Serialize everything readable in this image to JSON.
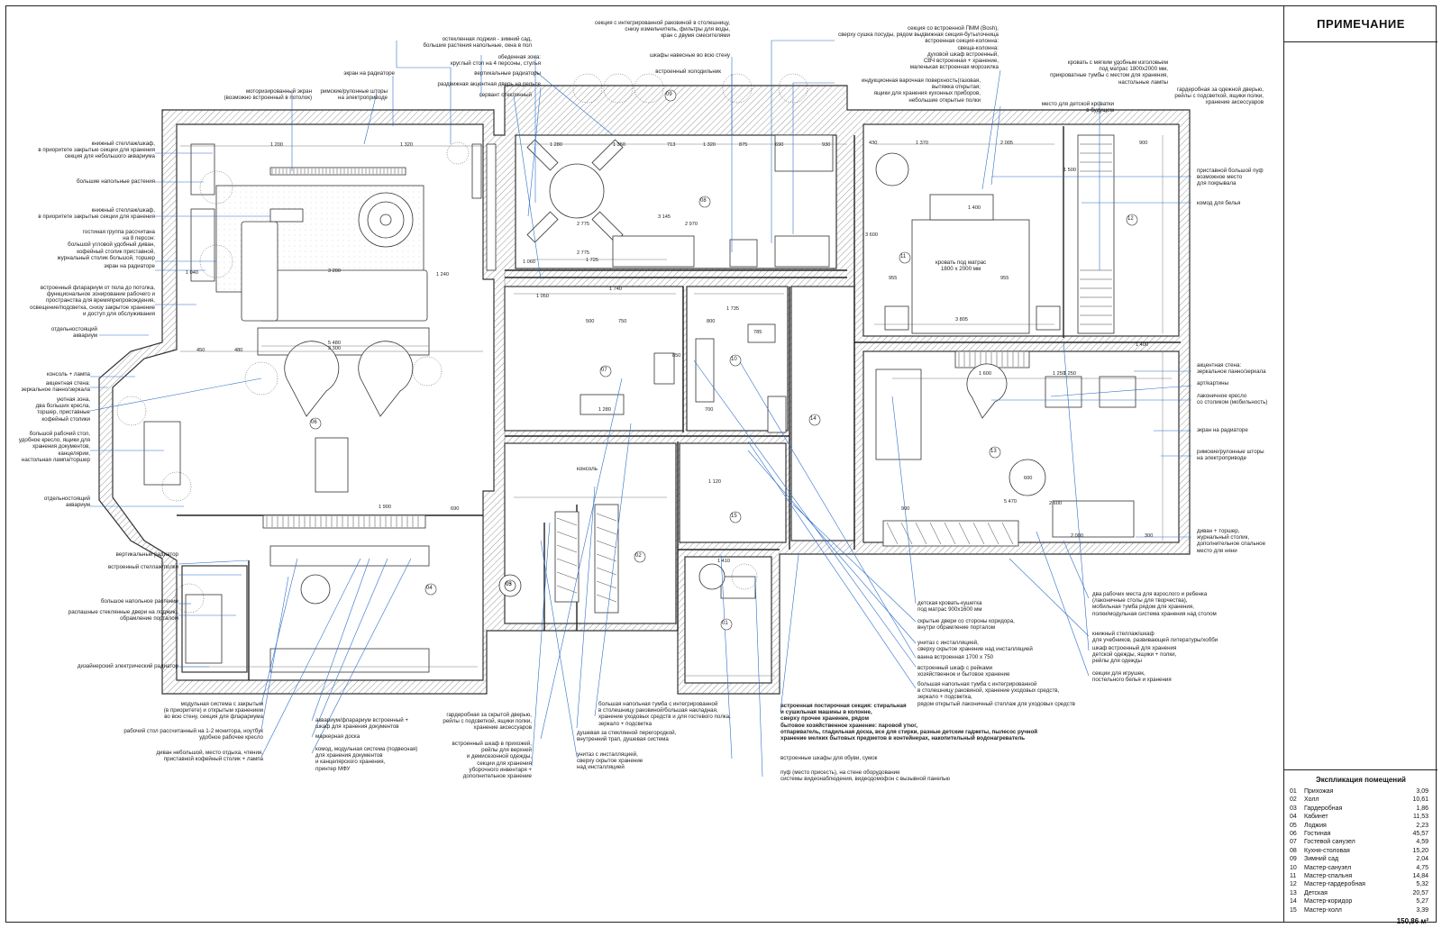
{
  "note_title": "ПРИМЕЧАНИЕ",
  "legend": {
    "title": "Экспликация помещений",
    "rooms": [
      {
        "num": "01",
        "name": "Прихожая",
        "area": "3,09"
      },
      {
        "num": "02",
        "name": "Холл",
        "area": "10,61"
      },
      {
        "num": "03",
        "name": "Гардеробная",
        "area": "1,86"
      },
      {
        "num": "04",
        "name": "Кабинет",
        "area": "11,53"
      },
      {
        "num": "05",
        "name": "Лоджия",
        "area": "2,23"
      },
      {
        "num": "06",
        "name": "Гостиная",
        "area": "45,57"
      },
      {
        "num": "07",
        "name": "Гостевой санузел",
        "area": "4,59"
      },
      {
        "num": "08",
        "name": "Кухня-столовая",
        "area": "15,20"
      },
      {
        "num": "09",
        "name": "Зимний сад",
        "area": "2,04"
      },
      {
        "num": "10",
        "name": "Мастер-санузел",
        "area": "4,75"
      },
      {
        "num": "11",
        "name": "Мастер-спальня",
        "area": "14,84"
      },
      {
        "num": "12",
        "name": "Мастер-гардеробная",
        "area": "5,32"
      },
      {
        "num": "13",
        "name": "Детская",
        "area": "20,57"
      },
      {
        "num": "14",
        "name": "Мастер-коридор",
        "area": "5,27"
      },
      {
        "num": "15",
        "name": "Мастер-холл",
        "area": "3,39"
      }
    ],
    "total": "150,86 м²"
  },
  "room_markers": [
    "01",
    "02",
    "03",
    "04",
    "05",
    "06",
    "07",
    "08",
    "09",
    "10",
    "11",
    "12",
    "13",
    "14",
    "15"
  ],
  "labels_left": [
    "книжный стеллаж/шкаф,\nв приоритете закрытые секции для хранения\nсекция для небольшого аквариума",
    "большие напольные растения",
    "книжный стеллаж/шкаф,\nв приоритете закрытые секции для хранения",
    "гостиная группа рассчитана\nна 8 персон:\nбольшой угловой удобный диван,\nкофейный столик приставной,\nжурнальный столик большой, торшер",
    "экран на радиаторе",
    "встроенный фларариум от пола до потолка,\nфункциональное зонирование рабочего и\nпространства для времяпрепровождения,\nосвещение/подсветка, снизу закрытое хранение\nи доступ для обслуживания",
    "отдельностоящий\nаквариум",
    "консоль + лампа",
    "акцентная стена:\nзеркальное панно/зеркала",
    "уютная зона,\nдва больших кресла,\nторшер, приставные\nкофейный столики",
    "большой рабочий стол,\nудобное кресло, ящики для\nхранения документов,\nканцелярии,\nнастольная лампа/торшер",
    "отдельностоящий\nаквариум",
    "вертикальный радиатор",
    "встроенный стеллаж/полки",
    "большое напольное растение",
    "распашные стеклянные двери на лоджию,\nобрамление порталом",
    "дизайнерский электрический радиатор"
  ],
  "labels_top": [
    "секция с интегрированной раковиной в столешницу,\nснизу измельчитель, фильтры для воды,\nкран с двумя смесителями",
    "остекленная лоджия - зимний сад,\nбольшие растения напольные, окна в пол",
    "обеденная зона:\nкруглый стол на 4 персоны, стулья",
    "вертикальные радиаторы",
    "раздвижная акцентная дверь на рельсе",
    "сервант стеклянный",
    "экран на радиаторе",
    "моторизированный экран\n(возможно встроенный в потолок)",
    "римские/рулонные шторы\nна электроприводе",
    "шкафы навесные во всю стену",
    "встроенный холодильник",
    "секция со встроенной ПММ (Bosh),\nсверху сушка посуды, рядом выдвижная секция-бутылочница\nвстроенная секция-колонна:\nсвеща-колонна:\nдуховой шкаф встроенный,\nСВЧ встроенная + хранение,\nмаленькая встроенная морозилка",
    "индукционная варочная поверхность(газовая,\nвытяжка открытая;\nящики для хранения кухонных приборов,\nнебольшие открытые полки",
    "кровать с мягким удобным изголовьем\nпод матрас 1800x2000 мм,\nприкроватные тумбы с местом для хранения,\nнастольные лампы",
    "место для детской кроватки\nв будущем",
    "гардеробная за одежной дверью,\nрейлы с подсветкой, ящики полки,\nхранение аксессуаров"
  ],
  "labels_right": [
    "приставной большой пуф\nвозможное место\nдля покрывала",
    "комод для белья",
    "акцентная стена:\nзеркальное панно/зеркала",
    "арт/картины",
    "лаконичное кресло\nсо столиком (мобильность)",
    "экран на радиаторе",
    "римские/рулонные шторы\nна электроприводе",
    "диван + торшер,\nжурнальный столик,\nдополнительное спальное\nместо для няни"
  ],
  "labels_bottom_right": [
    "два рабочих места для взрослого и ребенка\n(лаконичные столы для творчества),\nмобильная тумба рядом для хранения,\nполки/модульная система хранения над столом",
    "книжный стеллаж/шкаф\nдля учебников, развивающей литературы/хобби",
    "шкаф встроенный для хранения\nдетской одежды, ящики + полки,\nрейлы для одежды",
    "секции для игрушек,\nпостельного белья и хранения",
    "детская кровать-кушетка\nпод матрас 900x1600 мм",
    "скрытые двери со стороны коридора,\nвнутри обрамление порталом",
    "унитаз с инсталляцией,\nсверху скрытое хранение над инсталляцией",
    "ванна встроенная 1700 x 750",
    "встроенный шкаф с рейками\nхозяйственное и бытовое хранение",
    "большая напольная тумба с интегрированной\nв столешницу раковиной, хранение уходовых средств,\nзеркало + подсветка,\nрядом открытый лаконичный стеллаж для уходовых средств"
  ],
  "labels_bottom": [
    "модульная система с закрытым\n(в приоритете) и открытым хранением\nво всю стену, секция для фларариума",
    "рабочий стол рассчитанный на 1-2 монитора, ноутбук\nудобное рабочее кресло",
    "диван небольшой, место отдыха, чтения,\nприставной кофейный столик + лампа",
    "аквариум/фларариум встроенный +\nшкаф для хранения документов",
    "маркерная доска",
    "комод, модульная система (подвесная)\nдля хранения документов\nи канцелярского хранения,\nпринтер МФУ",
    "гардеробная за скрытой дверью,\nрейлы с подсветкой, ящики полки,\nхранение аксессуаров",
    "встроенный шкаф в прихожей,\nрейлы для верхней\nи демисезонной одежды,\nсекции для хранения\nуборочного инвентаря +\nдополнительное хранение",
    "большая напольная тумба с интегрированной\nв столешницу раковиной/большая накладная,\nхранение уходовых средств и для гостевого полка,\nзеркало + подсветка",
    "душевая за стеклянной перегородкой,\nвнутренний трап, душевая система",
    "унитаз с инсталляцией,\nсверху скрытое хранение\nнад инсталляцией",
    "встроенные шкафы для обуви, сумок",
    "пуф (место присесть), на стене оборудование\nсистемы видеонаблюдения, видеодомофон с вызывной панелью"
  ],
  "labels_bottom_bold": "встроенная постирочная секция: стиральная\nи сушильная машины в колонне,\nсверху прочее хранение, рядом\nбытовое хозяйственное хранение: паровой утюг,\nотпариватель, гладильная доска, все для стирки, разные детские гаджеты, пылесос ручной\nхранение мелких бытовых предметов в контейнерах, накопительный водонагреватель",
  "plan_text": {
    "kitchen_dims": [
      "1 280",
      "1 350",
      "713",
      "1 320",
      "875",
      "690",
      "930",
      "2 775",
      "2 970",
      "1 725",
      "3 145",
      "2 775",
      "1 060",
      "1 050"
    ],
    "living_dims": [
      "1 200",
      "1 320",
      "5 480",
      "3 300",
      "1 240",
      "3 200",
      "1 040",
      "450",
      "480",
      "690",
      "1 900"
    ],
    "bed_dims": [
      "1 370",
      "2 005",
      "430",
      "900",
      "1 400",
      "955",
      "1 500",
      "3 600",
      "955",
      "3 805",
      "1 600",
      "1 250"
    ],
    "kids_dims": [
      "600",
      "1 250",
      "2 600",
      "900",
      "5 470",
      "2 000",
      "300",
      "1 400"
    ],
    "bath_dims": [
      "1 740",
      "500",
      "750",
      "1 735",
      "800",
      "785",
      "850",
      "1 280",
      "1 120",
      "1 410",
      "700"
    ],
    "bed_note": "кровать под матрас\n1800 x 2000 мм",
    "console_note": "консоль"
  }
}
